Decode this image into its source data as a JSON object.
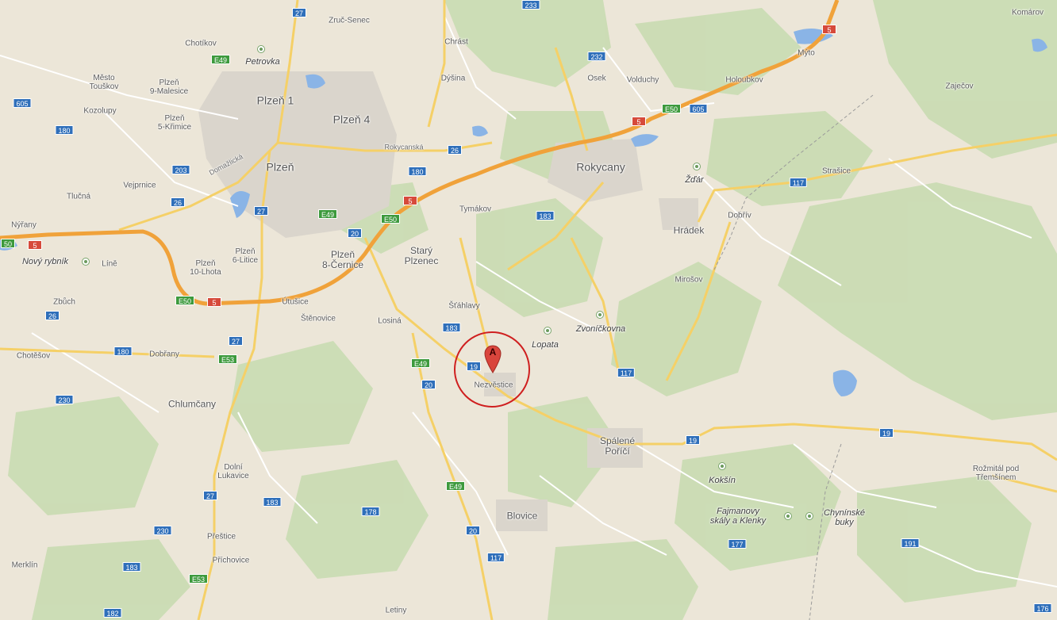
{
  "map": {
    "colors": {
      "land": "#ece6d8",
      "forest": "#c9dcb2",
      "urban": "#dad5cc",
      "water": "#8ab4e6",
      "motorway": "#f0a23a",
      "major_road": "#f5d067",
      "minor_road": "#ffffff",
      "shield_blue": "#2f6fba",
      "shield_green": "#3d9a3d",
      "shield_red": "#d64a3b",
      "highlight": "#cf1f1f",
      "marker": "#d9453c"
    },
    "marker": {
      "letter": "A",
      "icon": "map-pin-icon",
      "place": "Nezvěstice"
    },
    "places": [
      {
        "id": "zruc-senec",
        "text": "Zruč-Senec"
      },
      {
        "id": "chotikov",
        "text": "Chotíkov"
      },
      {
        "id": "mesto-touskov",
        "text": "Město\nTouškov"
      },
      {
        "id": "plzen-9",
        "text": "Plzeň\n9-Malesice"
      },
      {
        "id": "kozolupy",
        "text": "Kozolupy"
      },
      {
        "id": "plzen-5",
        "text": "Plzeň\n5-Křimice"
      },
      {
        "id": "plzen-1",
        "text": "Plzeň 1"
      },
      {
        "id": "plzen-4",
        "text": "Plzeň 4"
      },
      {
        "id": "plzen",
        "text": "Plzeň"
      },
      {
        "id": "vejprnice",
        "text": "Vejprnice"
      },
      {
        "id": "tlucna",
        "text": "Tlučná"
      },
      {
        "id": "nyrany",
        "text": "Nýřany"
      },
      {
        "id": "line",
        "text": "Líně"
      },
      {
        "id": "plzen-10",
        "text": "Plzeň\n10-Lhota"
      },
      {
        "id": "plzen-6",
        "text": "Plzeň\n6-Litice"
      },
      {
        "id": "plzen-8",
        "text": "Plzeň\n8-Černice"
      },
      {
        "id": "stary-plzenec",
        "text": "Starý\nPlzenec"
      },
      {
        "id": "zbuch",
        "text": "Zbůch"
      },
      {
        "id": "utusice",
        "text": "Útušice"
      },
      {
        "id": "stenovice",
        "text": "Štěnovice"
      },
      {
        "id": "losina",
        "text": "Losiná"
      },
      {
        "id": "stahlavy",
        "text": "Šťáhlavy"
      },
      {
        "id": "chotesov",
        "text": "Chotěšov"
      },
      {
        "id": "dobrany",
        "text": "Dobřany"
      },
      {
        "id": "chlumcany",
        "text": "Chlumčany"
      },
      {
        "id": "dolni-lukavice",
        "text": "Dolní\nLukavice"
      },
      {
        "id": "prestice",
        "text": "Přeštice"
      },
      {
        "id": "prichovice",
        "text": "Příchovice"
      },
      {
        "id": "merklin",
        "text": "Merklín"
      },
      {
        "id": "chrast",
        "text": "Chrást"
      },
      {
        "id": "dysina",
        "text": "Dýšina"
      },
      {
        "id": "osek",
        "text": "Osek"
      },
      {
        "id": "volduchy",
        "text": "Volduchy"
      },
      {
        "id": "holoubkov",
        "text": "Holoubkov"
      },
      {
        "id": "myto",
        "text": "Mýto"
      },
      {
        "id": "komarov",
        "text": "Komárov"
      },
      {
        "id": "zajecov",
        "text": "Zaječov"
      },
      {
        "id": "rokycany",
        "text": "Rokycany"
      },
      {
        "id": "strasice",
        "text": "Strašice"
      },
      {
        "id": "tymakov",
        "text": "Tymákov"
      },
      {
        "id": "dobriv",
        "text": "Dobřív"
      },
      {
        "id": "hradek",
        "text": "Hrádek"
      },
      {
        "id": "mirosov",
        "text": "Mirošov"
      },
      {
        "id": "nezvestice",
        "text": "Nezvěstice"
      },
      {
        "id": "spalene-porici",
        "text": "Spálené\nPoříčí"
      },
      {
        "id": "blovice",
        "text": "Blovice"
      },
      {
        "id": "letiny",
        "text": "Letiny"
      },
      {
        "id": "rozmital",
        "text": "Rožmitál pod\nTřemšínem"
      }
    ],
    "streets": [
      {
        "id": "rokycanska",
        "text": "Rokycanská"
      },
      {
        "id": "domazlicka",
        "text": "Domažlická"
      }
    ],
    "pois": [
      {
        "id": "petrovka",
        "text": "Petrovka",
        "icon": "park-icon"
      },
      {
        "id": "novy-rybnik",
        "text": "Nový rybník",
        "icon": "park-icon"
      },
      {
        "id": "zdar",
        "text": "Žďár",
        "icon": "park-icon"
      },
      {
        "id": "lopata",
        "text": "Lopata",
        "icon": "park-icon"
      },
      {
        "id": "zvonickovna",
        "text": "Zvoníčkovna",
        "icon": "park-icon"
      },
      {
        "id": "koksin",
        "text": "Kokšín",
        "icon": "park-icon"
      },
      {
        "id": "fajmanovy",
        "text": "Fajmanovy\nskály a Klenky",
        "icon": "park-icon"
      },
      {
        "id": "chyninske",
        "text": "Chynínské\nbuky",
        "icon": "park-icon"
      }
    ],
    "shields": [
      {
        "id": "s27a",
        "text": "27",
        "kind": "blue"
      },
      {
        "id": "s233",
        "text": "233",
        "kind": "blue"
      },
      {
        "id": "s5a",
        "text": "5",
        "kind": "red"
      },
      {
        "id": "se49a",
        "text": "E49",
        "kind": "green"
      },
      {
        "id": "s232",
        "text": "232",
        "kind": "blue"
      },
      {
        "id": "s605a",
        "text": "605",
        "kind": "blue"
      },
      {
        "id": "s180a",
        "text": "180",
        "kind": "blue"
      },
      {
        "id": "se50a",
        "text": "E50",
        "kind": "green"
      },
      {
        "id": "s605b",
        "text": "605",
        "kind": "blue"
      },
      {
        "id": "s5b",
        "text": "5",
        "kind": "red"
      },
      {
        "id": "s26a",
        "text": "26",
        "kind": "blue"
      },
      {
        "id": "s203",
        "text": "203",
        "kind": "blue"
      },
      {
        "id": "s180b",
        "text": "180",
        "kind": "blue"
      },
      {
        "id": "s117a",
        "text": "117",
        "kind": "blue"
      },
      {
        "id": "s26b",
        "text": "26",
        "kind": "blue"
      },
      {
        "id": "s27b",
        "text": "27",
        "kind": "blue"
      },
      {
        "id": "se49b",
        "text": "E49",
        "kind": "green"
      },
      {
        "id": "s5c",
        "text": "5",
        "kind": "red"
      },
      {
        "id": "se50b",
        "text": "E50",
        "kind": "green"
      },
      {
        "id": "s183a",
        "text": "183",
        "kind": "blue"
      },
      {
        "id": "s50",
        "text": "50",
        "kind": "green"
      },
      {
        "id": "s5d",
        "text": "5",
        "kind": "red"
      },
      {
        "id": "s20a",
        "text": "20",
        "kind": "blue"
      },
      {
        "id": "se50c",
        "text": "E50",
        "kind": "green"
      },
      {
        "id": "s5e",
        "text": "5",
        "kind": "red"
      },
      {
        "id": "s26c",
        "text": "26",
        "kind": "blue"
      },
      {
        "id": "s183b",
        "text": "183",
        "kind": "blue"
      },
      {
        "id": "s27c",
        "text": "27",
        "kind": "blue"
      },
      {
        "id": "s180c",
        "text": "180",
        "kind": "blue"
      },
      {
        "id": "se53a",
        "text": "E53",
        "kind": "green"
      },
      {
        "id": "s19a",
        "text": "19",
        "kind": "blue"
      },
      {
        "id": "se49c",
        "text": "E49",
        "kind": "green"
      },
      {
        "id": "s20b",
        "text": "20",
        "kind": "blue"
      },
      {
        "id": "s117b",
        "text": "117",
        "kind": "blue"
      },
      {
        "id": "s230a",
        "text": "230",
        "kind": "blue"
      },
      {
        "id": "s19b",
        "text": "19",
        "kind": "blue"
      },
      {
        "id": "s19c",
        "text": "19",
        "kind": "blue"
      },
      {
        "id": "se49d",
        "text": "E49",
        "kind": "green"
      },
      {
        "id": "s27d",
        "text": "27",
        "kind": "blue"
      },
      {
        "id": "s183c",
        "text": "183",
        "kind": "blue"
      },
      {
        "id": "s178",
        "text": "178",
        "kind": "blue"
      },
      {
        "id": "s230b",
        "text": "230",
        "kind": "blue"
      },
      {
        "id": "s20c",
        "text": "20",
        "kind": "blue"
      },
      {
        "id": "s177",
        "text": "177",
        "kind": "blue"
      },
      {
        "id": "s191",
        "text": "191",
        "kind": "blue"
      },
      {
        "id": "s117c",
        "text": "117",
        "kind": "blue"
      },
      {
        "id": "s183d",
        "text": "183",
        "kind": "blue"
      },
      {
        "id": "se53b",
        "text": "E53",
        "kind": "green"
      },
      {
        "id": "s182",
        "text": "182",
        "kind": "blue"
      },
      {
        "id": "s176",
        "text": "176",
        "kind": "blue"
      }
    ]
  }
}
